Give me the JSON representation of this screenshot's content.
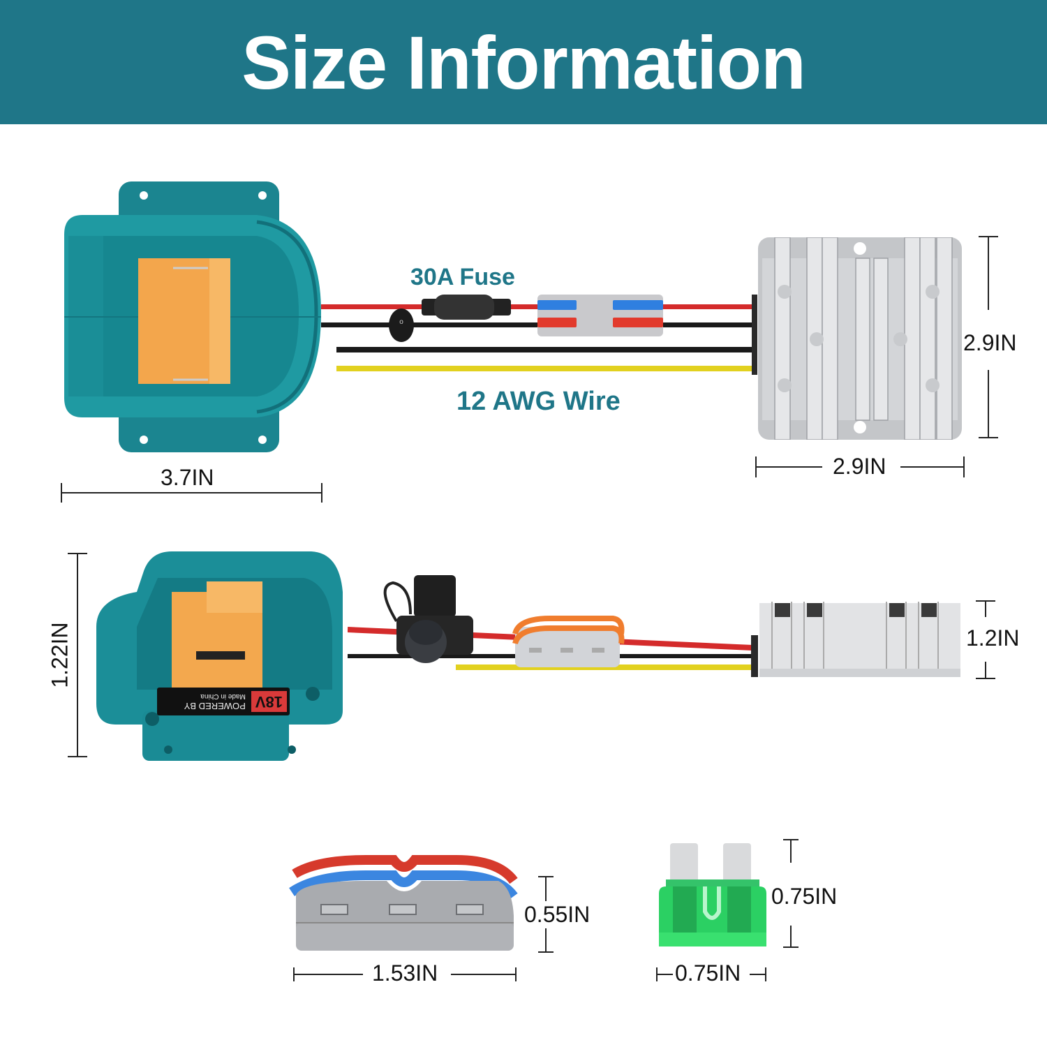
{
  "header": {
    "title": "Size Information",
    "bg_color": "#1f7688"
  },
  "top_view": {
    "labels": {
      "fuse": "30A Fuse",
      "wire": "12 AWG Wire"
    },
    "adapter": {
      "width_label": "3.7IN"
    },
    "converter": {
      "height_label": "2.9IN",
      "width_label": "2.9IN"
    }
  },
  "side_view": {
    "adapter": {
      "height_label": "1.22IN",
      "badge_voltage": "18V",
      "badge_line1": "POWERED BY",
      "badge_line2": "Made in China"
    },
    "converter": {
      "height_label": "1.2IN"
    }
  },
  "components": {
    "connector": {
      "height_label": "0.55IN",
      "width_label": "1.53IN"
    },
    "blade_fuse": {
      "height_label": "0.75IN",
      "width_label": "0.75IN"
    }
  },
  "colors": {
    "teal": "#1f7688",
    "adapter_teal": "#1e8c94",
    "orange": "#f2a54a",
    "wire_red": "#d42b2b",
    "wire_yellow": "#e6d21e",
    "fuse_green": "#22c55e"
  }
}
